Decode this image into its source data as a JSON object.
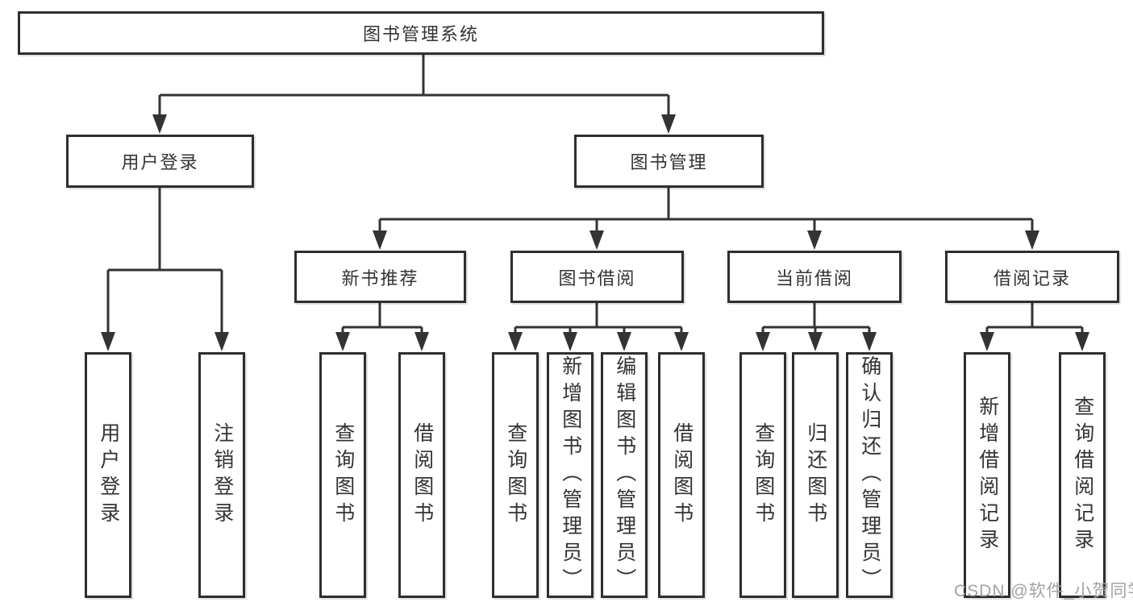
{
  "nodes": {
    "root": {
      "label": "图书管理系统"
    },
    "level2": [
      {
        "label": "用户登录"
      },
      {
        "label": "图书管理"
      }
    ],
    "level3": [
      {
        "label": "新书推荐"
      },
      {
        "label": "图书借阅"
      },
      {
        "label": "当前借阅"
      },
      {
        "label": "借阅记录"
      }
    ],
    "leaves": [
      {
        "label": "用户登录"
      },
      {
        "label": "注销登录"
      },
      {
        "label": "查询图书"
      },
      {
        "label": "借阅图书"
      },
      {
        "label": "查询图书"
      },
      {
        "label": "新增图书（管理员）"
      },
      {
        "label": "编辑图书（管理员）"
      },
      {
        "label": "借阅图书"
      },
      {
        "label": "查询图书"
      },
      {
        "label": "归还图书"
      },
      {
        "label": "确认归还（管理员）"
      },
      {
        "label": "新增借阅记录"
      },
      {
        "label": "查询借阅记录"
      }
    ]
  },
  "watermark": {
    "text": "CSDN @软件_小贺同学"
  },
  "colors": {
    "line": "#333333",
    "border": "#2e2e2e",
    "text": "#333333",
    "background": "#ffffff",
    "watermark": "#a2a2aa"
  }
}
